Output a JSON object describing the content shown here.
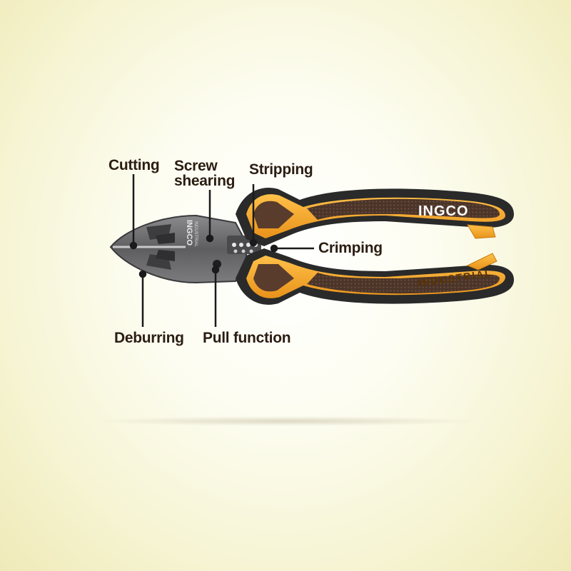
{
  "brand": {
    "logo_text": "INGCO",
    "head_text": "INDUSTRIAL",
    "handle_text": "INDUSTRIAL"
  },
  "labels": {
    "cutting": "Cutting",
    "screw_shearing": "Screw\nshearing",
    "stripping": "Stripping",
    "crimping": "Crimping",
    "deburring": "Deburring",
    "pull_function": "Pull function"
  },
  "colors": {
    "background": "#f5f3cf",
    "handle_orange": "#f5a623",
    "grip_brown": "#4a3326",
    "steel": "#6f6f71",
    "label_text": "#2b1d12"
  }
}
